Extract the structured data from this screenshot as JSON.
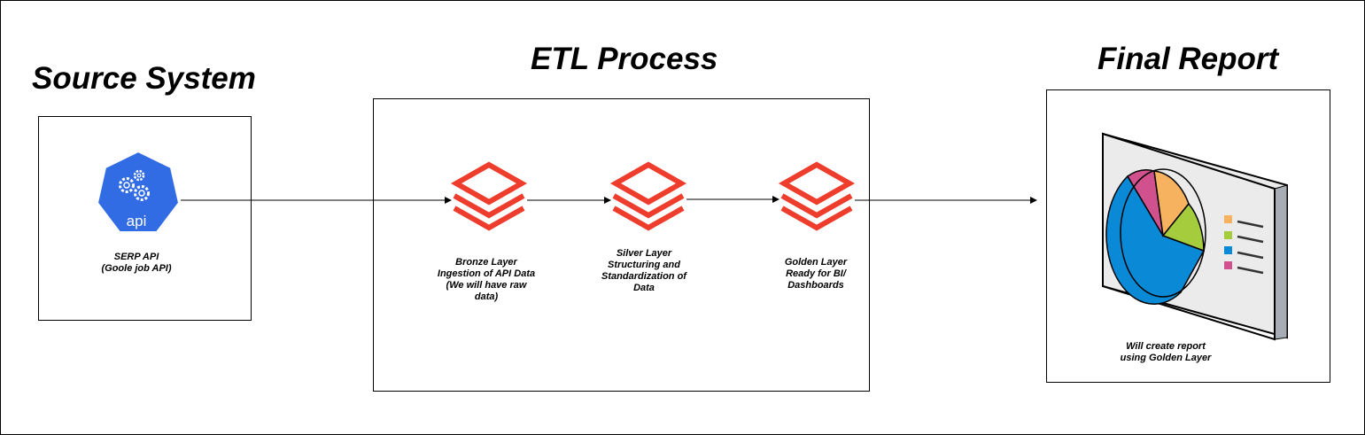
{
  "headings": {
    "source": "Source System",
    "etl": "ETL Process",
    "final": "Final Report"
  },
  "source": {
    "icon": "api-gears-icon",
    "icon_label": "api",
    "caption": [
      "SERP API",
      "(Goole job API)"
    ],
    "colors": {
      "icon_fill": "#326ce5"
    }
  },
  "layers": {
    "bronze": {
      "icon": "stacked-layers-icon",
      "caption": [
        "Bronze Layer",
        "Ingestion of  API Data",
        "(We will have raw",
        "data)"
      ]
    },
    "silver": {
      "icon": "stacked-layers-icon",
      "caption": [
        "Silver Layer",
        "Structuring and",
        "Standardization of",
        "Data"
      ]
    },
    "golden": {
      "icon": "stacked-layers-icon",
      "caption": [
        "Golden Layer",
        "Ready for BI/",
        "Dashboards"
      ]
    },
    "colors": {
      "icon_stroke": "#ee3d2c"
    }
  },
  "report": {
    "icon": "pie-chart-board-icon",
    "caption": [
      "Will create report",
      "using Golden Layer"
    ],
    "colors": {
      "pie_blue": "#0a8ad6",
      "pie_green": "#a4cc3d",
      "pie_orange": "#f6b25f",
      "pie_pink": "#d1508e",
      "board": "#ebebeb",
      "board_side": "#a8acb4"
    }
  }
}
